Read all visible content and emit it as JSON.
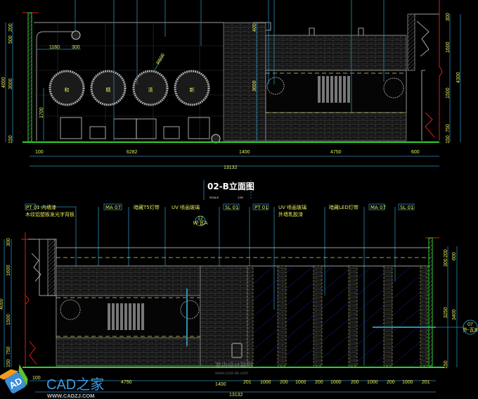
{
  "top_elevation": {
    "characters": [
      "和",
      "精",
      "清",
      "新"
    ],
    "dims_bottom": [
      "100",
      "6282",
      "1400",
      "4750",
      "600"
    ],
    "dim_total": "13132",
    "dims_left": [
      "4000",
      "200",
      "500",
      "3500",
      "150"
    ],
    "dims_inner": [
      "1160",
      "300",
      "1700",
      "R600"
    ],
    "dims_right": [
      "300",
      "1600",
      "4300",
      "1500",
      "750",
      "150"
    ],
    "dims_wall": [
      "400",
      "3600"
    ]
  },
  "title": {
    "text": "02-B立面图",
    "scale_label": "SCALE",
    "scale": "1:50"
  },
  "bottom_elevation": {
    "labels": [
      "PT 01 内墙漆",
      "木纹铝塑板发光字背板",
      "MA 07",
      "暗藏T5灯带",
      "UV 喷画玻璃",
      "SL 01",
      "PT 01",
      "UV 喷画玻璃",
      "外墙乳胶漆",
      "暗藏LED灯带",
      "MA 07",
      "SL 01"
    ],
    "callout_left": {
      "num": "12",
      "ref": "W-瓦A"
    },
    "callout_right": {
      "num": "07",
      "ref": "外-瓦B"
    },
    "dims_bottom": [
      "100",
      "4750",
      "1400",
      "201",
      "1000",
      "200",
      "1000",
      "200",
      "1000",
      "200",
      "1000",
      "200",
      "1000",
      "201"
    ],
    "dim_total": "13132",
    "dims_left": [
      "300",
      "1600",
      "4000",
      "1500",
      "750",
      "150"
    ],
    "dims_right": [
      "200",
      "300",
      "600",
      "3250",
      "3400",
      "150"
    ]
  },
  "watermarks": {
    "brand": "CAD之家",
    "brand_url": "WWW.CADZJ.COM",
    "brand_badge": "AD",
    "site": "室内设计联盟",
    "site_url": "www.cool-de.com"
  },
  "colors": {
    "dim": "#e8e85a",
    "leader": "#2a8fb5",
    "ground": "#2fd12f",
    "section": "#e01b1b"
  }
}
